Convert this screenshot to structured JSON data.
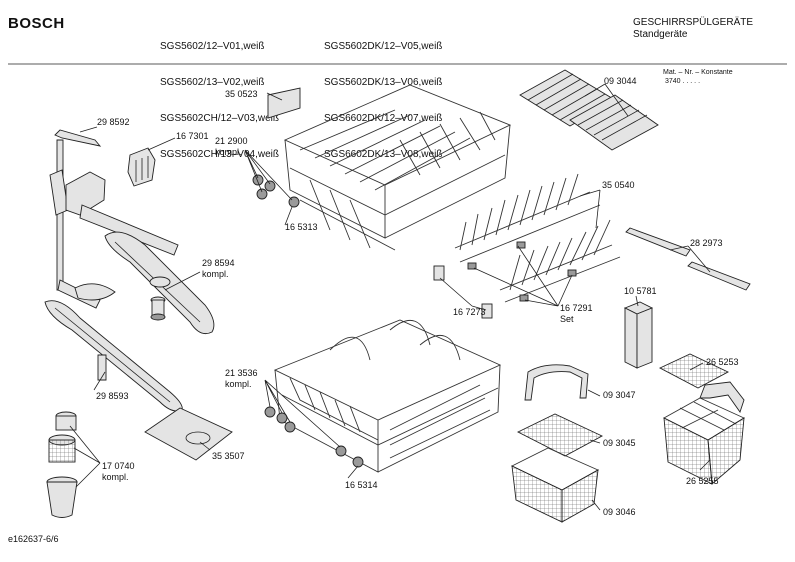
{
  "brand": "BOSCH",
  "models_col1": [
    "SGS5602/12–V01,weiß",
    "SGS5602/13–V02,weiß",
    "SGS5602CH/12–V03,weiß",
    "SGS5602CH/13–V04,weiß"
  ],
  "models_col2": [
    "SGS5602DK/12–V05,weiß",
    "SGS5602DK/13–V06,weiß",
    "SGS6602DK/12–V07,weiß",
    "SGS6602DK/13–V08,weiß"
  ],
  "category": [
    "GESCHIRRSPÜLGERÄTE",
    "Standgeräte"
  ],
  "mat_header": "Mat. – Nr. – Konstante",
  "mat_value": "3740  .   .   .   .   .",
  "footer": "e162637-6/6",
  "labels": {
    "p298592": "29 8592",
    "p167301": "16 7301",
    "p350523": "35 0523",
    "p212900": "21 2900",
    "p212900b": "kompl.",
    "p165313": "16 5313",
    "p298594": "29 8594",
    "p298594b": "kompl.",
    "p298593": "29 8593",
    "p213536": "21 3536",
    "p213536b": "kompl.",
    "p353507": "35 3507",
    "p170740": "17 0740",
    "p170740b": "kompl.",
    "p165314": "16 5314",
    "p093044": "09 3044",
    "p350540": "35 0540",
    "p282973": "28 2973",
    "p167273": "16 7273",
    "p167291": "16 7291",
    "p167291b": "Set",
    "p105781": "10 5781",
    "p265253": "26 5253",
    "p093047": "09 3047",
    "p093045": "09 3045",
    "p265255": "26 5255",
    "p093046": "09 3046"
  }
}
